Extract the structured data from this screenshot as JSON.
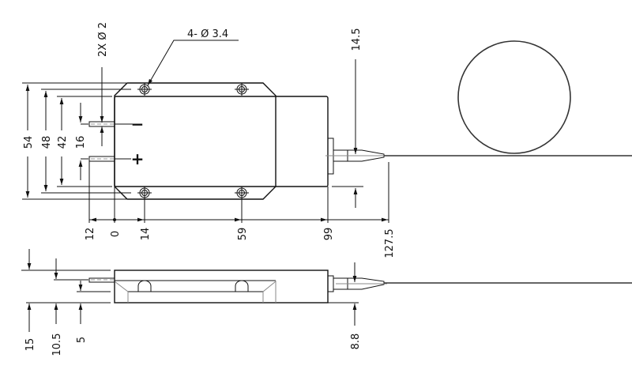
{
  "top_view": {
    "hole_callout": "4- Ø 3.4",
    "pin_callout": "2X Ø 2",
    "fiber_dim": "14.5",
    "pin_minus": "−",
    "pin_plus": "+",
    "vertical_dims": [
      "54",
      "48",
      "42",
      "16"
    ],
    "horizontal_dims": [
      "12",
      "0",
      "14",
      "59",
      "99",
      "127.5"
    ]
  },
  "side_view": {
    "vertical_dims": [
      "15",
      "10.5",
      "5"
    ],
    "fiber_dim": "8.8"
  }
}
